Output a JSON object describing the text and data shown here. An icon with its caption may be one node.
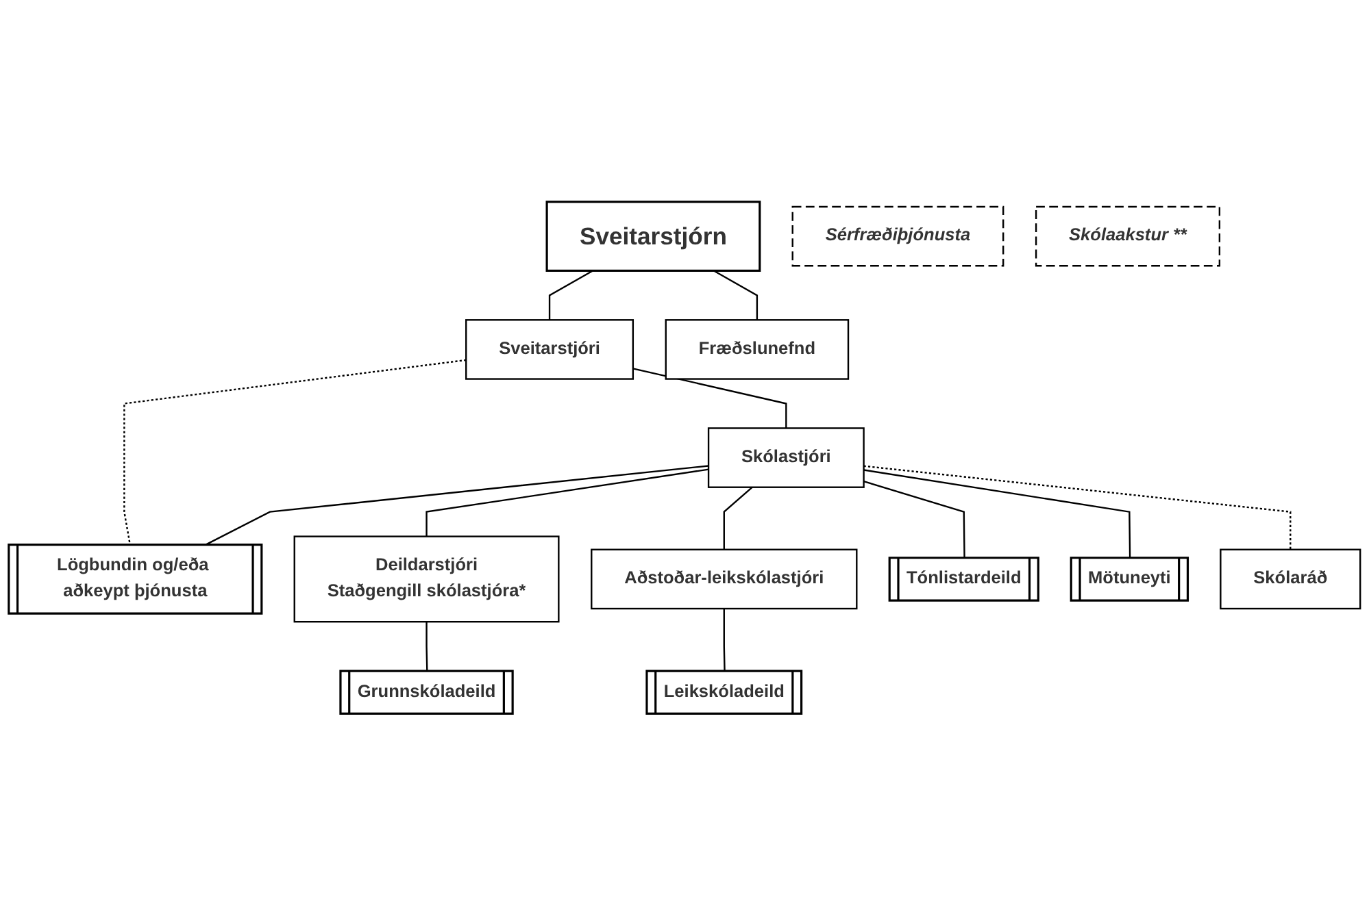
{
  "diagram": {
    "nodes": [
      {
        "text": [
          "Sveitarstjórn"
        ]
      },
      {
        "text": [
          "Fræðslunefnd"
        ]
      },
      {
        "text": [
          "Sveitarstjóri"
        ]
      },
      {
        "text": [
          "Skólastjóri"
        ]
      },
      {
        "text": [
          "Skólaráð"
        ]
      },
      {
        "text": [
          "Deildarstjóri",
          "Staðgengill skólastjóra*"
        ]
      },
      {
        "text": [
          "Aðstoðar-leikskólastjóri"
        ]
      },
      {
        "text": [
          "Lögbundin og/eða aðkeypt þjónusta"
        ]
      },
      {
        "text": [
          "Grunnskóladeild"
        ]
      },
      {
        "text": [
          "Leikskóladeild"
        ]
      },
      {
        "text": [
          "Tónlistardeild"
        ]
      },
      {
        "text": [
          "Mötuneyti"
        ]
      },
      {
        "text": [
          "Sérfræðiþjónusta"
        ]
      },
      {
        "text": [
          "Skólaakstur **"
        ]
      }
    ],
    "edges": [
      {
        "from": 0,
        "to": 1,
        "arrow": "none"
      },
      {
        "from": 0,
        "to": 2,
        "arrow": "none"
      },
      {
        "from": 2,
        "to": 7,
        "arrow": "none",
        "style": "dashed"
      },
      {
        "from": 2,
        "to": 3,
        "arrow": "none"
      },
      {
        "from": 3,
        "to": 4,
        "arrow": "none",
        "style": "dashed"
      },
      {
        "from": 3,
        "to": 7,
        "arrow": "none"
      },
      {
        "from": 3,
        "to": 5,
        "arrow": "none"
      },
      {
        "from": 3,
        "to": 6,
        "arrow": "none"
      },
      {
        "from": 3,
        "to": 10,
        "arrow": "none"
      },
      {
        "from": 3,
        "to": 11,
        "arrow": "none"
      },
      {
        "from": 5,
        "to": 8,
        "arrow": "none"
      },
      {
        "from": 6,
        "to": 9,
        "arrow": "none"
      }
    ]
  }
}
